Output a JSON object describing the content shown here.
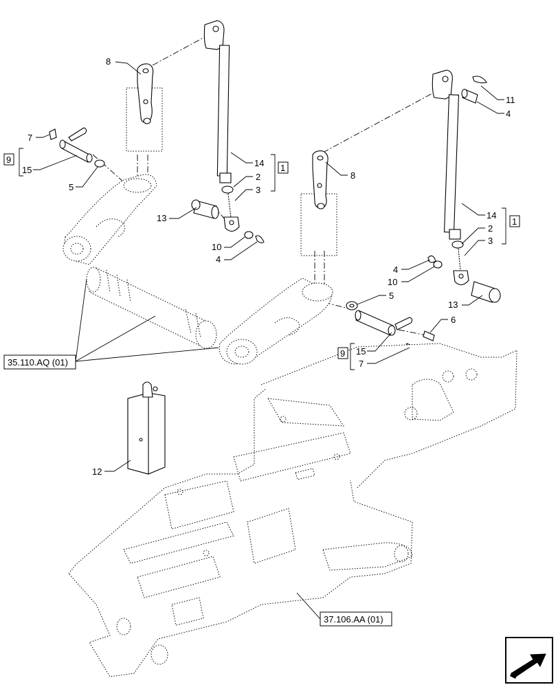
{
  "callouts": {
    "c8_left": "8",
    "c7_left": "7",
    "c15_left": "15",
    "c9_left": "9",
    "c5_left": "5",
    "c14_left": "14",
    "c1_left": "1",
    "c2_left": "2",
    "c3_left": "3",
    "c13_left": "13",
    "c10_left": "10",
    "c4_left": "4",
    "c8_right": "8",
    "c11_right": "11",
    "c4_right_top": "4",
    "c14_right": "14",
    "c1_right": "1",
    "c2_right": "2",
    "c3_right": "3",
    "c4_right_mid": "4",
    "c10_right": "10",
    "c5_right": "5",
    "c13_right": "13",
    "c6_right": "6",
    "c9_right": "9",
    "c15_right": "15",
    "c7_right": "7",
    "c12": "12"
  },
  "references": {
    "ref_lift_arms": "35.110.AQ (01)",
    "ref_frame": "37.106.AA (01)"
  },
  "icons": {
    "nav": "next-page-arrow-icon"
  }
}
